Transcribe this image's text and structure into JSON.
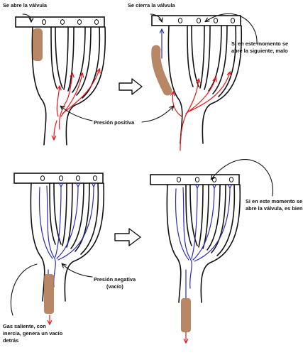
{
  "colors": {
    "ink": "#111111",
    "positive_flow": "#e8151b",
    "negative_flow": "#2a2ab8",
    "exhaust_gas": "#b07a55"
  },
  "labels": {
    "valve_opens": "Se abre la válvula",
    "valve_closes": "Se cierra la válvula",
    "next_opens_bad_1": "Si en este momento se",
    "next_opens_bad_2": "abre la siguiente, malo",
    "positive_pressure": "Presión positiva",
    "negative_pressure_1": "Presión negativa",
    "negative_pressure_2": "(vacío)",
    "gas_inertia_1": "Gas saliente, con",
    "gas_inertia_2": "inercia, genera un vacío",
    "gas_inertia_3": "detrás",
    "valve_opens_good_1": "Si en este momento se",
    "valve_opens_good_2": "abre la válvula, es bien"
  },
  "icons": [
    "hollow-arrow-icon",
    "arrow-head-icon",
    "valve-port-icon"
  ]
}
